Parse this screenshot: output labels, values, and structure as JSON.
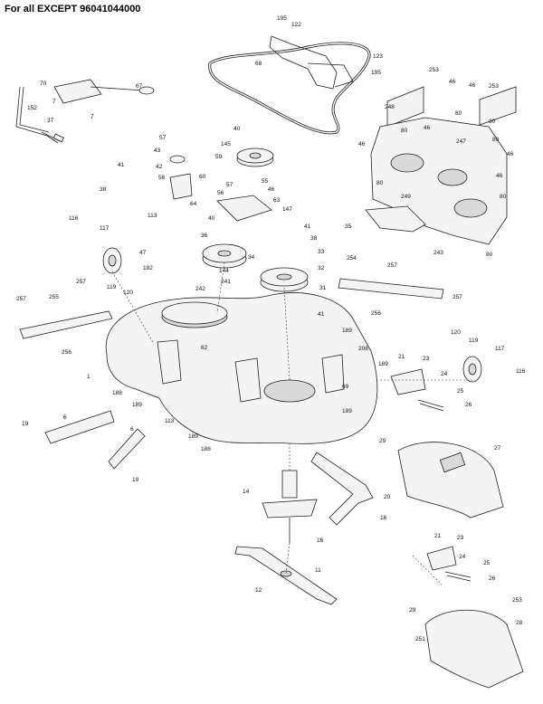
{
  "header": {
    "title": "For all EXCEPT 96041044000"
  },
  "part_numbers": [
    {
      "id": "p195a",
      "text": "195"
    },
    {
      "id": "p122",
      "text": "122"
    },
    {
      "id": "p68",
      "text": "68"
    },
    {
      "id": "p123",
      "text": "123"
    },
    {
      "id": "p195b",
      "text": "195"
    },
    {
      "id": "p70",
      "text": "70"
    },
    {
      "id": "p67",
      "text": "67"
    },
    {
      "id": "p152",
      "text": "152"
    },
    {
      "id": "p7a",
      "text": "7"
    },
    {
      "id": "p7b",
      "text": "7"
    },
    {
      "id": "p37",
      "text": "37"
    },
    {
      "id": "p253a",
      "text": "253"
    },
    {
      "id": "p253b",
      "text": "253"
    },
    {
      "id": "p46a",
      "text": "46"
    },
    {
      "id": "p46b",
      "text": "46"
    },
    {
      "id": "p248",
      "text": "248"
    },
    {
      "id": "p80a",
      "text": "80"
    },
    {
      "id": "p80b",
      "text": "80"
    },
    {
      "id": "p46c",
      "text": "46"
    },
    {
      "id": "p80c",
      "text": "80"
    },
    {
      "id": "p80d",
      "text": "80"
    },
    {
      "id": "p247",
      "text": "247"
    },
    {
      "id": "p46d",
      "text": "46"
    },
    {
      "id": "p46e",
      "text": "46"
    },
    {
      "id": "p80e",
      "text": "80"
    },
    {
      "id": "p46f",
      "text": "46"
    },
    {
      "id": "p80f",
      "text": "80"
    },
    {
      "id": "p57a",
      "text": "57"
    },
    {
      "id": "p40a",
      "text": "40"
    },
    {
      "id": "p43",
      "text": "43"
    },
    {
      "id": "p145",
      "text": "145"
    },
    {
      "id": "p42",
      "text": "42"
    },
    {
      "id": "p59",
      "text": "59"
    },
    {
      "id": "p41a",
      "text": "41"
    },
    {
      "id": "p56a",
      "text": "56"
    },
    {
      "id": "p60",
      "text": "60"
    },
    {
      "id": "p57b",
      "text": "57"
    },
    {
      "id": "p55",
      "text": "55"
    },
    {
      "id": "p38a",
      "text": "38"
    },
    {
      "id": "p46g",
      "text": "46"
    },
    {
      "id": "p56b",
      "text": "56"
    },
    {
      "id": "p63",
      "text": "63"
    },
    {
      "id": "p64",
      "text": "64"
    },
    {
      "id": "p147",
      "text": "147"
    },
    {
      "id": "p249",
      "text": "249"
    },
    {
      "id": "p116a",
      "text": "116"
    },
    {
      "id": "p113a",
      "text": "113"
    },
    {
      "id": "p40b",
      "text": "40"
    },
    {
      "id": "p41b",
      "text": "41"
    },
    {
      "id": "p35",
      "text": "35"
    },
    {
      "id": "p117a",
      "text": "117"
    },
    {
      "id": "p36",
      "text": "36"
    },
    {
      "id": "p38b",
      "text": "38"
    },
    {
      "id": "p47",
      "text": "47"
    },
    {
      "id": "p33",
      "text": "33"
    },
    {
      "id": "p243",
      "text": "243"
    },
    {
      "id": "p80g",
      "text": "80"
    },
    {
      "id": "p34",
      "text": "34"
    },
    {
      "id": "p192",
      "text": "192"
    },
    {
      "id": "p144",
      "text": "144"
    },
    {
      "id": "p254",
      "text": "254"
    },
    {
      "id": "p32",
      "text": "32"
    },
    {
      "id": "p257a",
      "text": "257"
    },
    {
      "id": "p119a",
      "text": "119"
    },
    {
      "id": "p120a",
      "text": "120"
    },
    {
      "id": "p241",
      "text": "241"
    },
    {
      "id": "p31",
      "text": "31"
    },
    {
      "id": "p257b",
      "text": "257"
    },
    {
      "id": "p257c",
      "text": "257"
    },
    {
      "id": "p242",
      "text": "242"
    },
    {
      "id": "p257d",
      "text": "257"
    },
    {
      "id": "p255",
      "text": "255"
    },
    {
      "id": "p41c",
      "text": "41"
    },
    {
      "id": "p256a",
      "text": "256"
    },
    {
      "id": "p62",
      "text": "62"
    },
    {
      "id": "p189a",
      "text": "189"
    },
    {
      "id": "p120b",
      "text": "120"
    },
    {
      "id": "p256b",
      "text": "256"
    },
    {
      "id": "p208",
      "text": "208"
    },
    {
      "id": "p119b",
      "text": "119"
    },
    {
      "id": "p117b",
      "text": "117"
    },
    {
      "id": "p1",
      "text": "1"
    },
    {
      "id": "p21a",
      "text": "21"
    },
    {
      "id": "p23a",
      "text": "23"
    },
    {
      "id": "p189b",
      "text": "189"
    },
    {
      "id": "p116b",
      "text": "116"
    },
    {
      "id": "p188a",
      "text": "188"
    },
    {
      "id": "p69",
      "text": "69"
    },
    {
      "id": "p24a",
      "text": "24"
    },
    {
      "id": "p189c",
      "text": "189"
    },
    {
      "id": "p25a",
      "text": "25"
    },
    {
      "id": "p189d",
      "text": "189"
    },
    {
      "id": "p113b",
      "text": "113"
    },
    {
      "id": "p26a",
      "text": "26"
    },
    {
      "id": "p19a",
      "text": "19"
    },
    {
      "id": "p6a",
      "text": "6"
    },
    {
      "id": "p189e",
      "text": "189"
    },
    {
      "id": "p188b",
      "text": "188"
    },
    {
      "id": "p29a",
      "text": "29"
    },
    {
      "id": "p27",
      "text": "27"
    },
    {
      "id": "p6b",
      "text": "6"
    },
    {
      "id": "p19b",
      "text": "19"
    },
    {
      "id": "p14",
      "text": "14"
    },
    {
      "id": "p20",
      "text": "20"
    },
    {
      "id": "p16a",
      "text": "16"
    },
    {
      "id": "p16b",
      "text": "16"
    },
    {
      "id": "p21b",
      "text": "21"
    },
    {
      "id": "p23b",
      "text": "23"
    },
    {
      "id": "p24b",
      "text": "24"
    },
    {
      "id": "p25b",
      "text": "25"
    },
    {
      "id": "p11",
      "text": "11"
    },
    {
      "id": "p26b",
      "text": "26"
    },
    {
      "id": "p12",
      "text": "12"
    },
    {
      "id": "p253c",
      "text": "253"
    },
    {
      "id": "p29b",
      "text": "29"
    },
    {
      "id": "p28",
      "text": "28"
    },
    {
      "id": "p251",
      "text": "251"
    }
  ]
}
